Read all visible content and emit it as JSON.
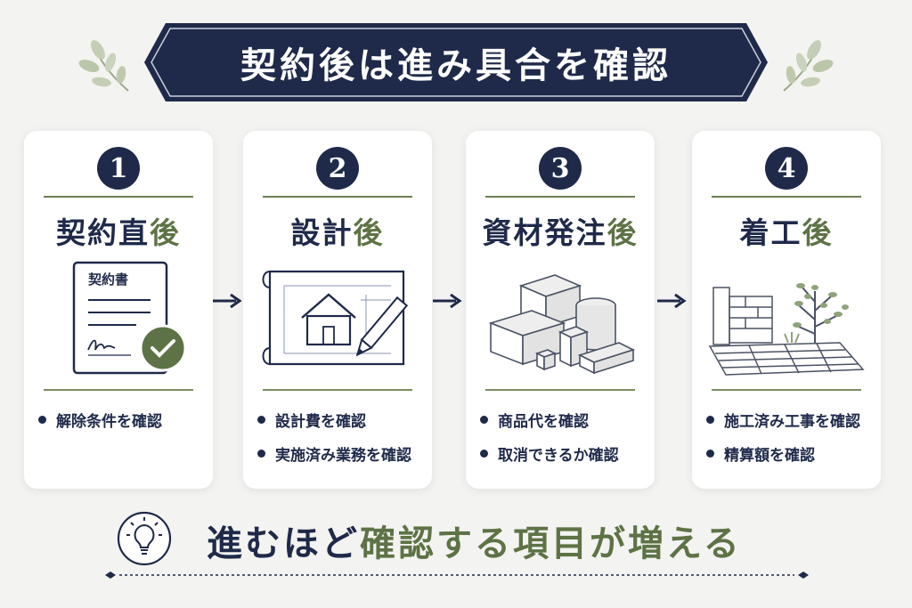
{
  "title": "契約後は進み具合を確認",
  "colors": {
    "navy": "#1f2a4a",
    "green": "#5d7345",
    "background": "#f3f3f1",
    "card": "#ffffff"
  },
  "steps": [
    {
      "number": "1",
      "title_a": "契約直",
      "title_b": "後",
      "icon": "contract-document-checkmark-icon",
      "doc_label": "契約書",
      "items": [
        "解除条件を確認"
      ]
    },
    {
      "number": "2",
      "title_a": "設計",
      "title_b": "後",
      "icon": "blueprint-house-pencil-icon",
      "items": [
        "設計費を確認",
        "実施済み業務を確認"
      ]
    },
    {
      "number": "3",
      "title_a": "資材発注",
      "title_b": "後",
      "icon": "material-boxes-icon",
      "items": [
        "商品代を確認",
        "取消できるか確認"
      ]
    },
    {
      "number": "4",
      "title_a": "着工",
      "title_b": "後",
      "icon": "construction-wall-tree-icon",
      "items": [
        "施工済み工事を確認",
        "精算額を確認"
      ]
    }
  ],
  "message": {
    "part1": "進むほど",
    "part2": "確認する項目が増える",
    "icon": "lightbulb-icon"
  }
}
